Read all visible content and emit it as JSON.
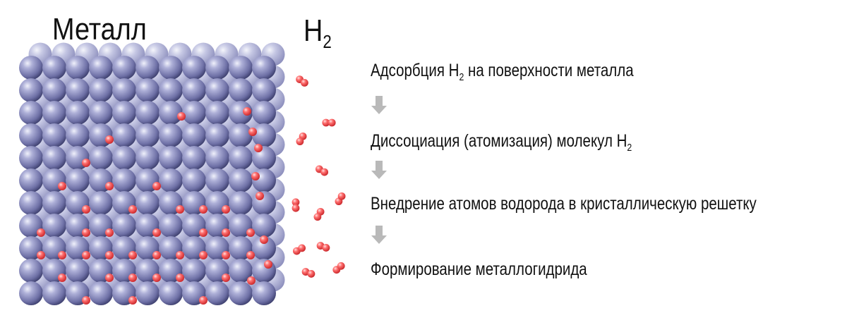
{
  "metal_label": "Металл",
  "gas_label": {
    "main": "H",
    "sub": "2"
  },
  "steps": [
    {
      "pre": "Адсорбция H",
      "sub": "2",
      "post": " на поверхности металла"
    },
    {
      "pre": "Диссоциация (атомизация) молекул H",
      "sub": "2",
      "post": ""
    },
    {
      "pre": "Внедрение атомов водорода в кристаллическую решетку",
      "sub": "",
      "post": ""
    },
    {
      "pre": "Формирование металлогидрида",
      "sub": "",
      "post": ""
    }
  ],
  "colors": {
    "metal_atom": "#8a8cc0",
    "hydrogen_atom": "#ec4a4a",
    "arrow": "#b9b9b9",
    "text": "#111111"
  }
}
